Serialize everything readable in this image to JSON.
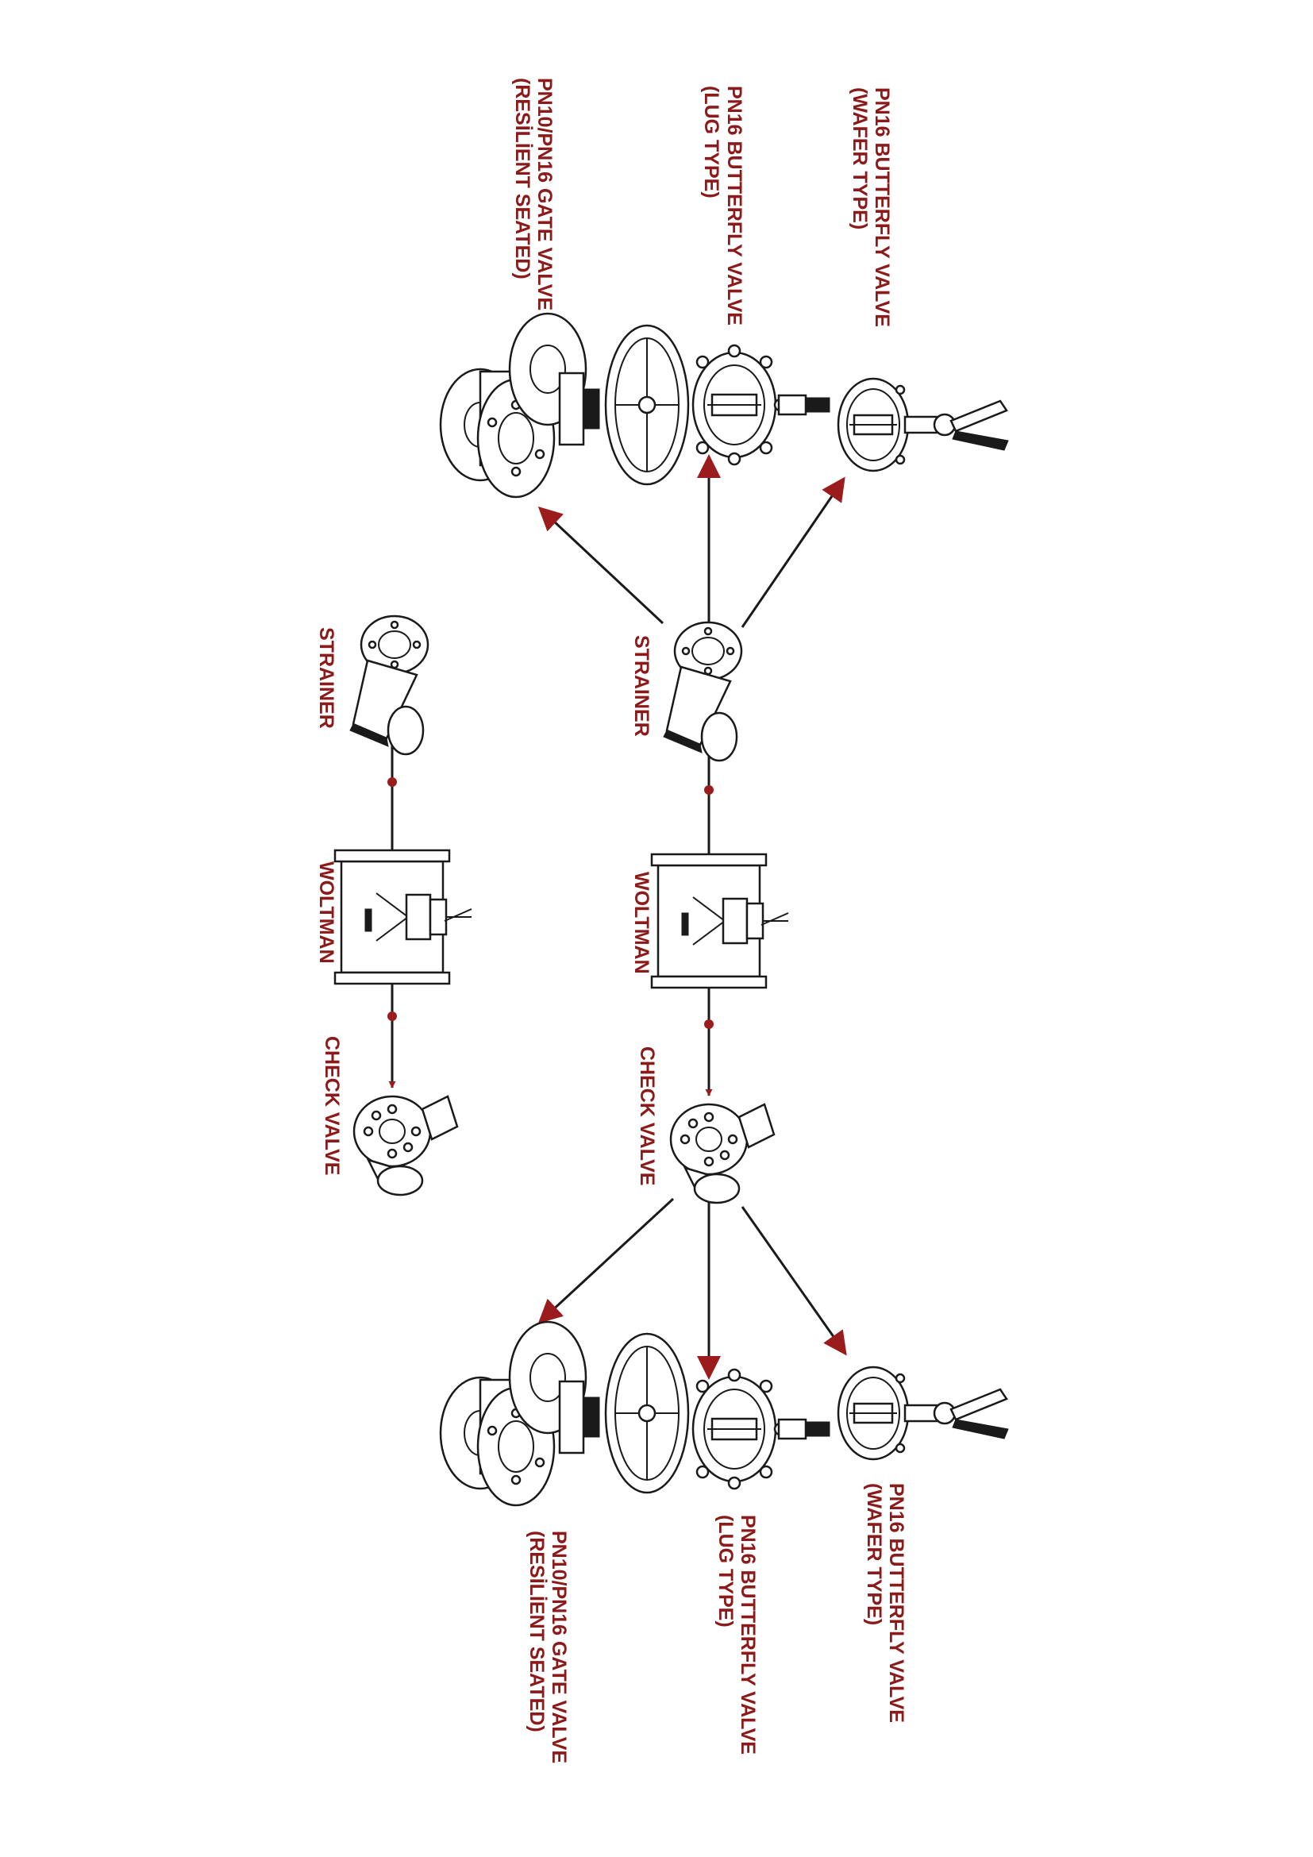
{
  "colors": {
    "label": "#8b1a1a",
    "arrow_head": "#9b1c1c",
    "line": "#1a1a1a"
  },
  "labels": {
    "wafer_top_1": "PN16 BUTTERFLY VALVE",
    "wafer_top_2": "(WAFER TYPE)",
    "lug_top_1": "PN16 BUTTERFLY VALVE",
    "lug_top_2": "(LUG TYPE)",
    "gate_top_1": "PN10/PN16 GATE VALVE",
    "gate_top_2": "(RESİLİENT SEATED)",
    "strainer_a": "STRAINER",
    "strainer_b": "STRAINER",
    "woltman_a": "WOLTMAN",
    "woltman_b": "WOLTMAN",
    "check_a": "CHECK VALVE",
    "check_b": "CHECK VALVE",
    "wafer_bot_1": "PN16 BUTTERFLY VALVE",
    "wafer_bot_2": "(WAFER TYPE)",
    "lug_bot_1": "PN16 BUTTERFLY VALVE",
    "lug_bot_2": "(LUG TYPE)",
    "gate_bot_1": "PN10/PN16 GATE VALVE",
    "gate_bot_2": "(RESİLİENT SEATED)"
  },
  "icons": [
    "butterfly-valve-wafer-icon",
    "butterfly-valve-lug-icon",
    "gate-valve-icon",
    "strainer-icon",
    "woltman-meter-icon",
    "check-valve-icon"
  ]
}
